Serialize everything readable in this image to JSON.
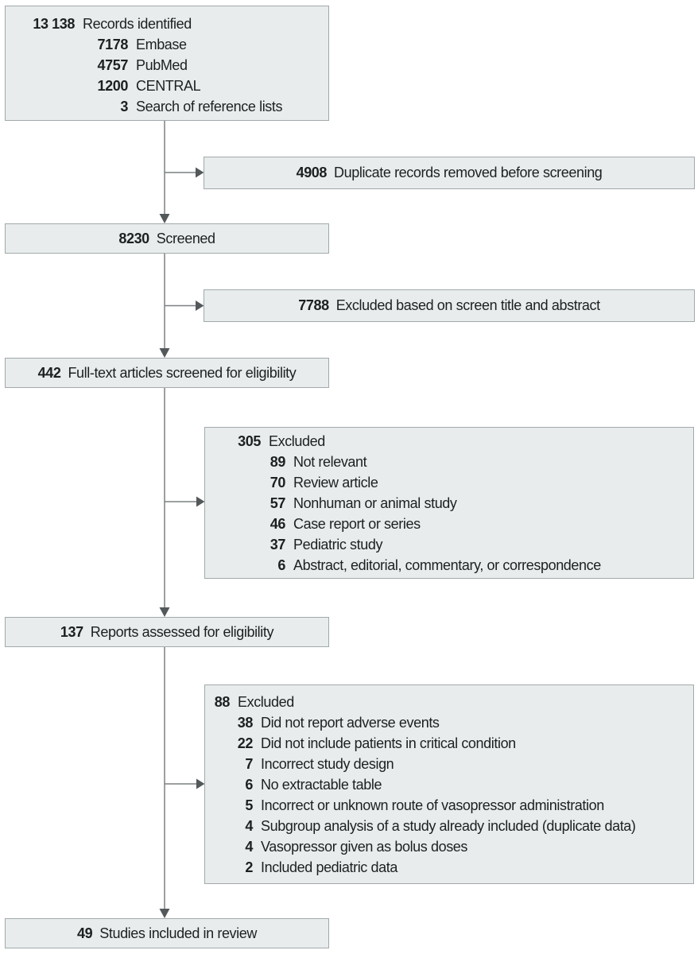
{
  "figure": {
    "kind": "study-selection-flow-diagram"
  },
  "boxes": {
    "identified": {
      "main": {
        "num": "13 138",
        "label": "Records identified"
      },
      "items": [
        {
          "num": "7178",
          "label": "Embase"
        },
        {
          "num": "4757",
          "label": "PubMed"
        },
        {
          "num": "1200",
          "label": "CENTRAL"
        },
        {
          "num": "3",
          "label": "Search of reference lists"
        }
      ]
    },
    "duplicates": {
      "num": "4908",
      "label": "Duplicate records removed before screening"
    },
    "screened": {
      "num": "8230",
      "label": "Screened"
    },
    "title_abstract_excluded": {
      "num": "7788",
      "label": "Excluded based on screen title and abstract"
    },
    "fulltext": {
      "num": "442",
      "label": "Full-text articles screened for eligibility"
    },
    "fulltext_excluded": {
      "main": {
        "num": "305",
        "label": "Excluded"
      },
      "items": [
        {
          "num": "89",
          "label": "Not relevant"
        },
        {
          "num": "70",
          "label": "Review article"
        },
        {
          "num": "57",
          "label": "Nonhuman or animal study"
        },
        {
          "num": "46",
          "label": "Case report or series"
        },
        {
          "num": "37",
          "label": "Pediatric study"
        },
        {
          "num": "6",
          "label": "Abstract, editorial, commentary, or correspondence"
        }
      ]
    },
    "assessed": {
      "num": "137",
      "label": "Reports assessed for eligibility"
    },
    "assessed_excluded": {
      "main": {
        "num": "88",
        "label": "Excluded"
      },
      "items": [
        {
          "num": "38",
          "label": "Did not report adverse events"
        },
        {
          "num": "22",
          "label": "Did not include patients in critical condition"
        },
        {
          "num": "7",
          "label": "Incorrect study design"
        },
        {
          "num": "6",
          "label": "No extractable table"
        },
        {
          "num": "5",
          "label": "Incorrect or unknown route of vasopressor administration"
        },
        {
          "num": "4",
          "label": "Subgroup analysis of a study already included (duplicate data)"
        },
        {
          "num": "4",
          "label": "Vasopressor given as bolus doses"
        },
        {
          "num": "2",
          "label": "Included pediatric data"
        }
      ]
    },
    "included": {
      "num": "49",
      "label": "Studies included in review"
    }
  },
  "colors": {
    "box_fill": "#e8eced",
    "box_border": "#a2a9ab",
    "arrow_line": "#7a8082",
    "arrowhead": "#53585a",
    "text": "#1d2021"
  }
}
